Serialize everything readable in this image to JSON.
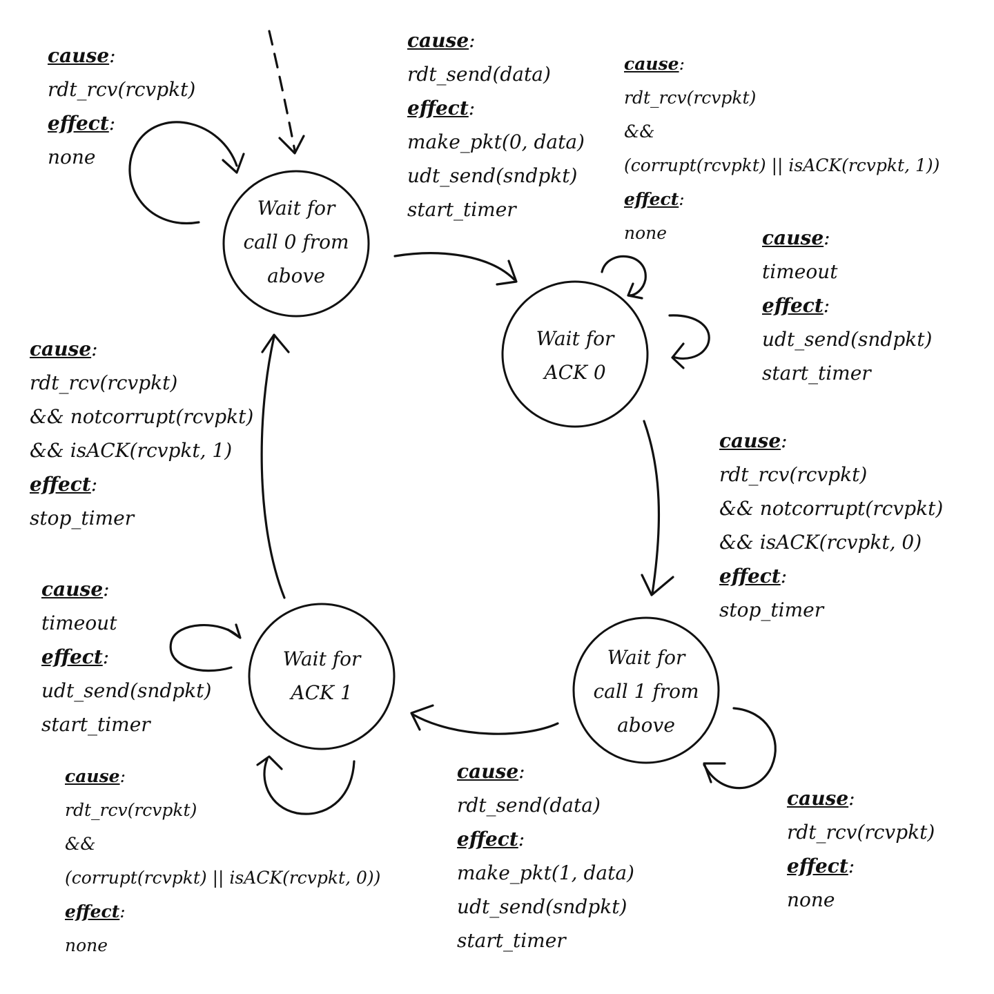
{
  "states": [
    {
      "id": "wait-call-0",
      "lines": [
        "Wait for",
        "call 0 from",
        "above"
      ]
    },
    {
      "id": "wait-ack-0",
      "lines": [
        "Wait for",
        "ACK 0"
      ]
    },
    {
      "id": "wait-call-1",
      "lines": [
        "Wait for",
        "call 1 from",
        "above"
      ]
    },
    {
      "id": "wait-ack-1",
      "lines": [
        "Wait for",
        "ACK 1"
      ]
    }
  ],
  "transitions": [
    {
      "id": "self-call0",
      "cause_label": "cause",
      "cause": [
        "rdt_rcv(rcvpkt)"
      ],
      "effect_label": "effect",
      "effect": [
        "none"
      ]
    },
    {
      "id": "call0-to-ack0",
      "cause_label": "cause",
      "cause": [
        "rdt_send(data)"
      ],
      "effect_label": "effect",
      "effect": [
        "make_pkt(0, data)",
        "udt_send(sndpkt)",
        "start_timer"
      ]
    },
    {
      "id": "self-ack0-corrupt",
      "cause_label": "cause",
      "cause": [
        "rdt_rcv(rcvpkt)",
        "&&",
        "(corrupt(rcvpkt) || isACK(rcvpkt, 1))"
      ],
      "effect_label": "effect",
      "effect": [
        "none"
      ]
    },
    {
      "id": "self-ack0-timeout",
      "cause_label": "cause",
      "cause": [
        "timeout"
      ],
      "effect_label": "effect",
      "effect": [
        "udt_send(sndpkt)",
        "start_timer"
      ]
    },
    {
      "id": "ack0-to-call1",
      "cause_label": "cause",
      "cause": [
        "rdt_rcv(rcvpkt)",
        "&& notcorrupt(rcvpkt)",
        "&& isACK(rcvpkt, 0)"
      ],
      "effect_label": "effect",
      "effect": [
        "stop_timer"
      ]
    },
    {
      "id": "self-call1",
      "cause_label": "cause",
      "cause": [
        "rdt_rcv(rcvpkt)"
      ],
      "effect_label": "effect",
      "effect": [
        "none"
      ]
    },
    {
      "id": "call1-to-ack1",
      "cause_label": "cause",
      "cause": [
        "rdt_send(data)"
      ],
      "effect_label": "effect",
      "effect": [
        "make_pkt(1, data)",
        "udt_send(sndpkt)",
        "start_timer"
      ]
    },
    {
      "id": "self-ack1-corrupt",
      "cause_label": "cause",
      "cause": [
        "rdt_rcv(rcvpkt)",
        "&&",
        "(corrupt(rcvpkt) || isACK(rcvpkt, 0))"
      ],
      "effect_label": "effect",
      "effect": [
        "none"
      ]
    },
    {
      "id": "self-ack1-timeout",
      "cause_label": "cause",
      "cause": [
        "timeout"
      ],
      "effect_label": "effect",
      "effect": [
        "udt_send(sndpkt)",
        "start_timer"
      ]
    },
    {
      "id": "ack1-to-call0",
      "cause_label": "cause",
      "cause": [
        "rdt_rcv(rcvpkt)",
        "&& notcorrupt(rcvpkt)",
        "&& isACK(rcvpkt, 1)"
      ],
      "effect_label": "effect",
      "effect": [
        "stop_timer"
      ]
    }
  ]
}
